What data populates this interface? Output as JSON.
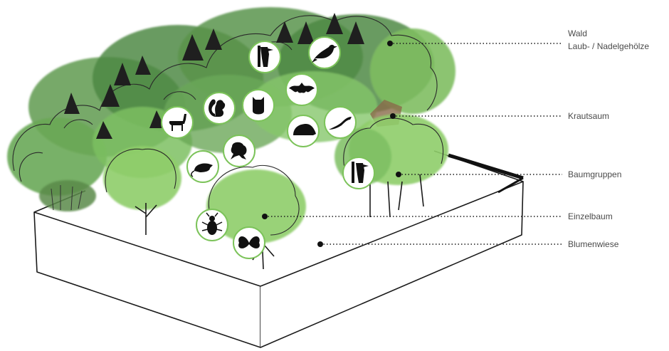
{
  "colors": {
    "tree_dark": "#3f6b3d",
    "tree_mid": "#5f9a4f",
    "tree_light": "#8fce6a",
    "ink": "#1a1a1a",
    "badge_ring": "#7cc35a",
    "label_text": "#4a4a4a"
  },
  "labels": {
    "wald": "Wald",
    "wald_sub": "Laub- / Nadelgehölze",
    "krautsaum": "Krautsaum",
    "baumgruppen": "Baumgruppen",
    "einzelbaum": "Einzelbaum",
    "blumenwiese": "Blumenwiese"
  },
  "animal_icons": [
    {
      "name": "woodpecker-icon"
    },
    {
      "name": "bird-icon"
    },
    {
      "name": "bat-icon"
    },
    {
      "name": "deer-icon"
    },
    {
      "name": "squirrel-icon"
    },
    {
      "name": "owl-icon"
    },
    {
      "name": "hedgehog-icon"
    },
    {
      "name": "lizard-icon"
    },
    {
      "name": "mouse-icon"
    },
    {
      "name": "frog-icon"
    },
    {
      "name": "woodpecker-icon"
    },
    {
      "name": "beetle-icon"
    },
    {
      "name": "butterfly-icon"
    }
  ]
}
